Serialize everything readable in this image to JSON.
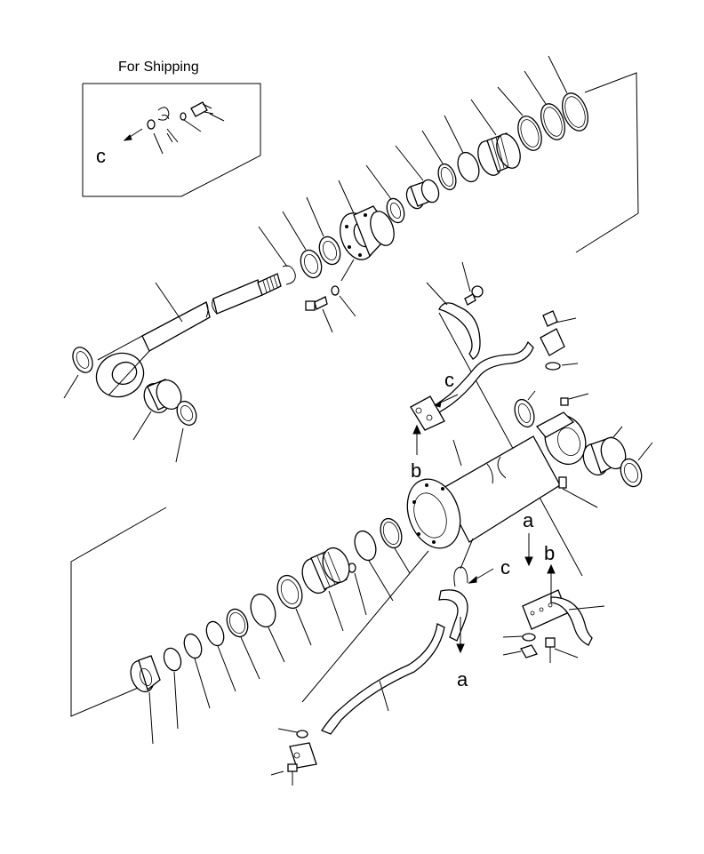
{
  "diagram": {
    "shipping_box_title": "For Shipping",
    "letters": {
      "c_ship": "c",
      "c_upper": "c",
      "b_left": "b",
      "a_right": "a",
      "b_right": "b",
      "c_lower": "c",
      "a_lower": "a"
    }
  }
}
